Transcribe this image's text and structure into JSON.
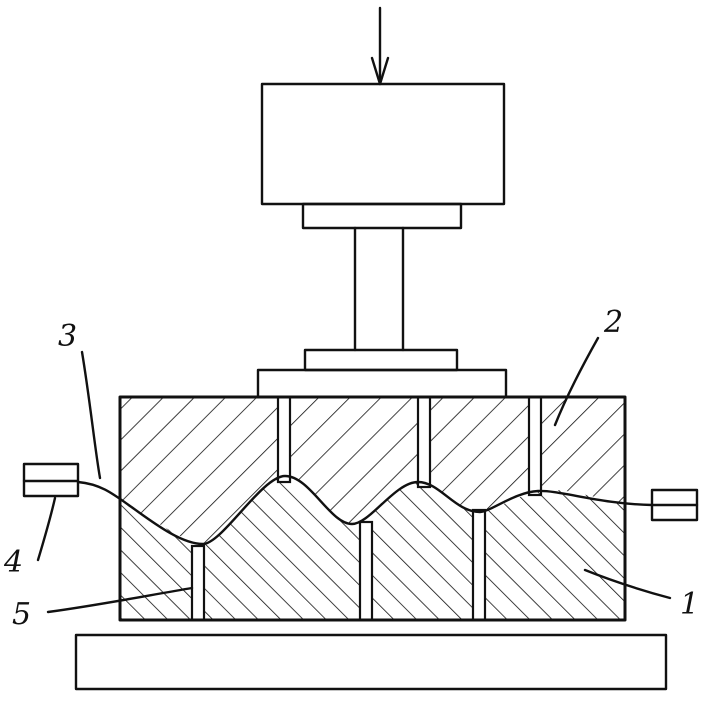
{
  "figure": {
    "labels": {
      "l1": "1",
      "l2": "2",
      "l3": "3",
      "l4": "4",
      "l5": "5"
    }
  }
}
